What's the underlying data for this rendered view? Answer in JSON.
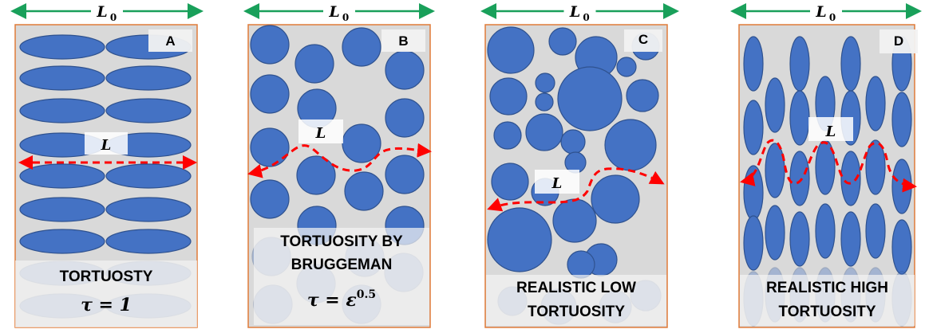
{
  "colors": {
    "particle": "#4472c4",
    "particle_stroke": "#2f528f",
    "box_fill": "#d9d9d9",
    "box_stroke": "#e07b39",
    "arrow_green": "#19a05a",
    "path_red": "#ff0000",
    "caption_bg": "#f2f2f2",
    "tag_bg": "#f2f2f2"
  },
  "panels": [
    {
      "id": "A",
      "tag": "A",
      "width_label": "L",
      "width_sub": "0",
      "path_label": "L",
      "caption_lines": [
        "TORTUOSTY"
      ],
      "formula_main": "τ = 1",
      "formula_sup": ""
    },
    {
      "id": "B",
      "tag": "B",
      "width_label": "L",
      "width_sub": "0",
      "path_label": "L",
      "caption_lines": [
        "TORTUOSITY BY",
        "BRUGGEMAN"
      ],
      "formula_main": "τ = ε",
      "formula_sup": "0.5"
    },
    {
      "id": "C",
      "tag": "C",
      "width_label": "L",
      "width_sub": "0",
      "path_label": "L",
      "caption_lines": [
        "REALISTIC LOW",
        "TORTUOSITY"
      ],
      "formula_main": "",
      "formula_sup": ""
    },
    {
      "id": "D",
      "tag": "D",
      "width_label": "L",
      "width_sub": "0",
      "path_label": "L",
      "caption_lines": [
        "REALISTIC HIGH",
        "TORTUOSITY"
      ],
      "formula_main": "",
      "formula_sup": ""
    }
  ]
}
